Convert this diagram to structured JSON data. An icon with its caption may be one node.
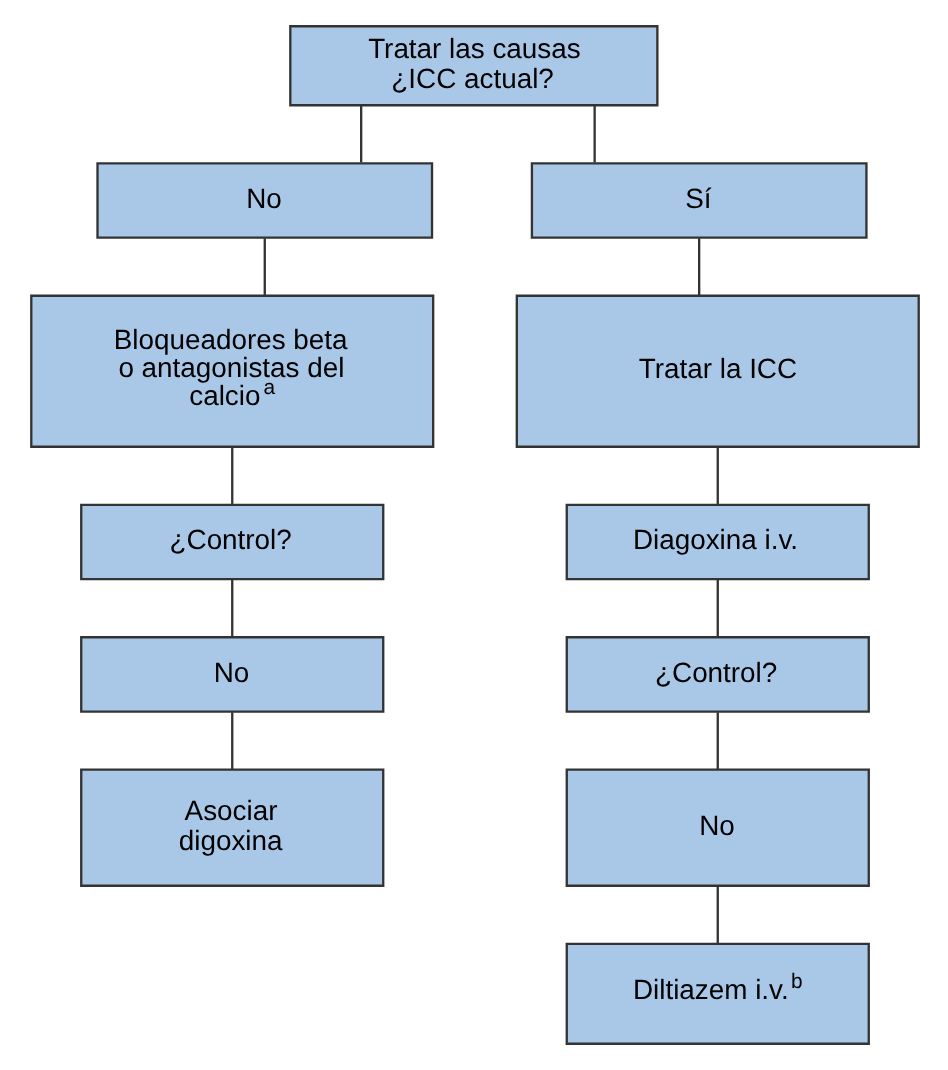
{
  "diagram": {
    "nodes": [
      {
        "text": [
          "Tratar las causas ¿ICC actual?"
        ]
      },
      {
        "text": [
          "No"
        ]
      },
      {
        "text": [
          "Sí"
        ]
      },
      {
        "text": [
          "Bloqueadores beta o antagonistas del calcio$^{a}$"
        ]
      },
      {
        "text": [
          "Tratar la ICC"
        ]
      },
      {
        "text": [
          "¿Control?"
        ]
      },
      {
        "text": [
          "No"
        ]
      },
      {
        "text": [
          "Asociar digoxina"
        ]
      },
      {
        "text": [
          "Diagoxina i.v."
        ]
      },
      {
        "text": [
          "¿Control?"
        ]
      },
      {
        "text": [
          "No"
        ]
      },
      {
        "text": [
          "Diltiazem i.v.$^{b}$"
        ]
      }
    ],
    "edges": [
      {
        "from": 0,
        "to": 1,
        "arrow": "none"
      },
      {
        "from": 0,
        "to": 2,
        "arrow": "none"
      },
      {
        "from": 1,
        "to": 3,
        "arrow": "none"
      },
      {
        "from": 3,
        "to": 5,
        "arrow": "none"
      },
      {
        "from": 5,
        "to": 6,
        "arrow": "none"
      },
      {
        "from": 6,
        "to": 7,
        "arrow": "none"
      },
      {
        "from": 2,
        "to": 4,
        "arrow": "none"
      },
      {
        "from": 4,
        "to": 8,
        "arrow": "none"
      },
      {
        "from": 8,
        "to": 9,
        "arrow": "none"
      },
      {
        "from": 9,
        "to": 10,
        "arrow": "none"
      },
      {
        "from": 10,
        "to": 11,
        "arrow": "none"
      }
    ]
  }
}
